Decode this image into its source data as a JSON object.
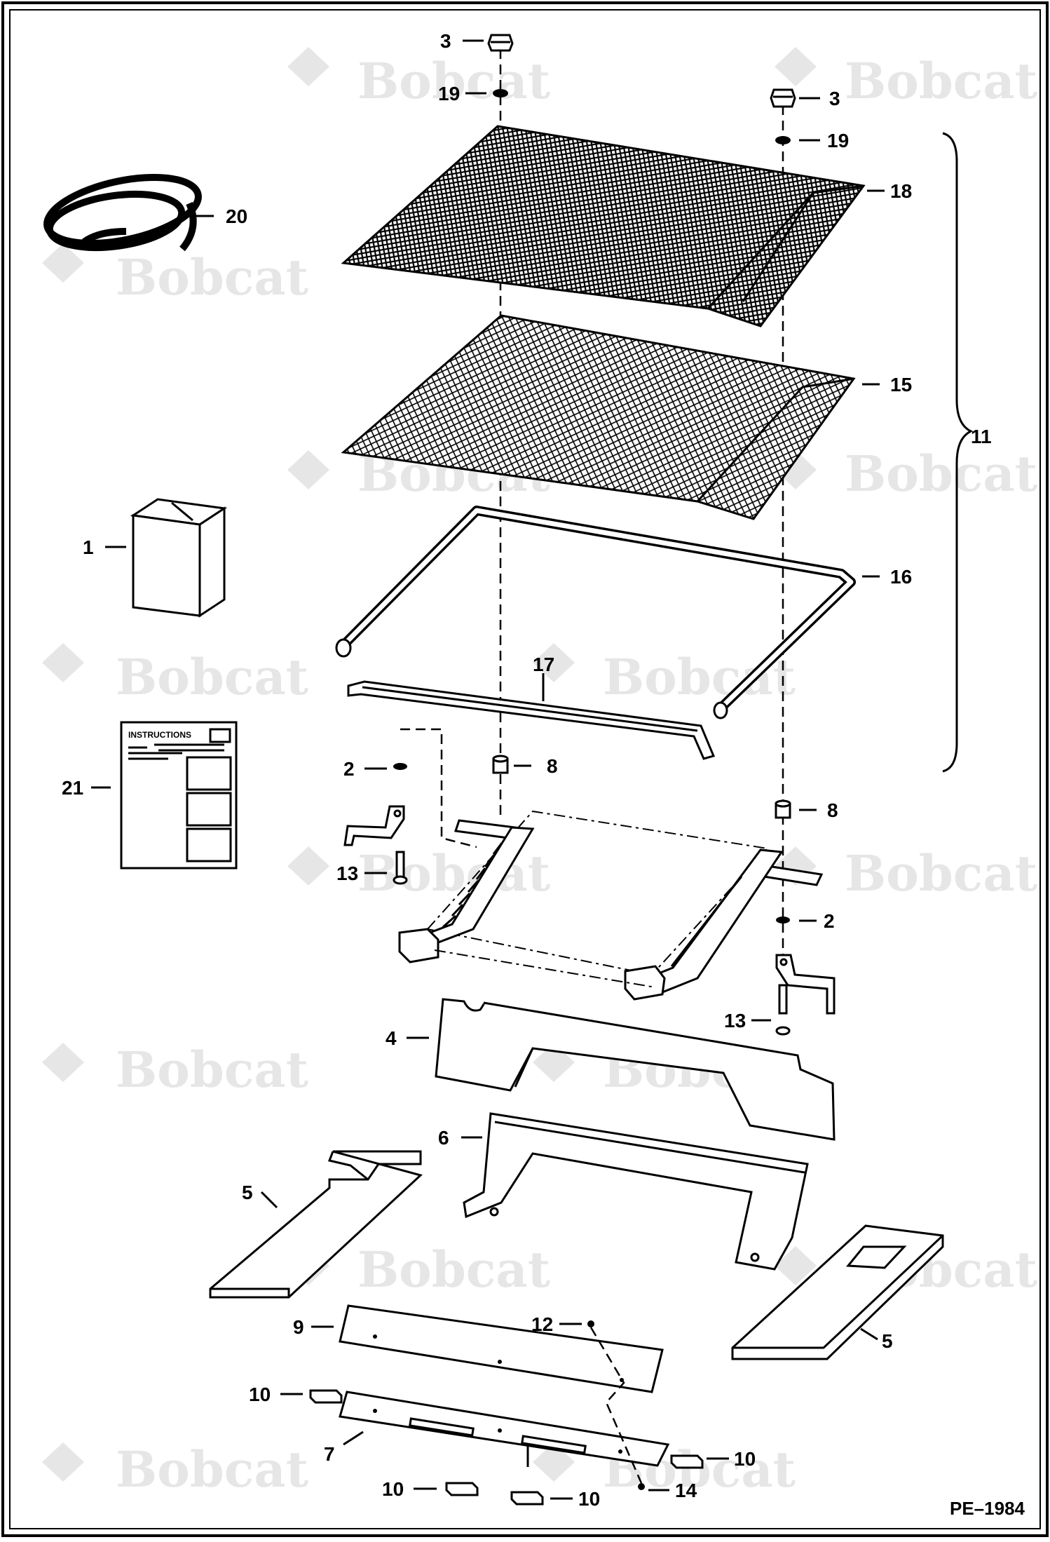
{
  "brand": {
    "watermark_text": "Bobcat",
    "watermark_color": "#e6e6e6",
    "ink_color": "#000000"
  },
  "drawing": {
    "id": "PE–1984"
  },
  "instructions": {
    "title": "INSTRUCTIONS"
  },
  "callouts": {
    "c1": "1",
    "c2a": "2",
    "c2b": "2",
    "c3a": "3",
    "c3b": "3",
    "c4": "4",
    "c5a": "5",
    "c5b": "5",
    "c6": "6",
    "c7": "7",
    "c8a": "8",
    "c8b": "8",
    "c9": "9",
    "c10a": "10",
    "c10b": "10",
    "c10c": "10",
    "c10d": "10",
    "c11": "11",
    "c12": "12",
    "c13a": "13",
    "c13b": "13",
    "c14": "14",
    "c15": "15",
    "c16": "16",
    "c17": "17",
    "c18": "18",
    "c19a": "19",
    "c19b": "19",
    "c20": "20",
    "c21": "21"
  }
}
